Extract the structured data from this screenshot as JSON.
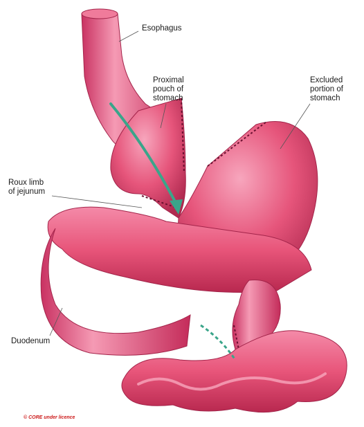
{
  "labels": {
    "esophagus": "Esophagus",
    "proximal_pouch": "Proximal\npouch of\nstomach",
    "excluded_portion": "Excluded\nportion of\nstomach",
    "roux_limb": "Roux limb\nof jejunum",
    "duodenum": "Duodenum"
  },
  "credit": "© CORE under licence",
  "colors": {
    "tissue": "#e8557a",
    "tissue_dark": "#b8284f",
    "tissue_light": "#f7a6bd",
    "flow_arrow": "#3aa58a",
    "label_text": "#1a1a1a",
    "credit_text": "#cc1a1a"
  }
}
